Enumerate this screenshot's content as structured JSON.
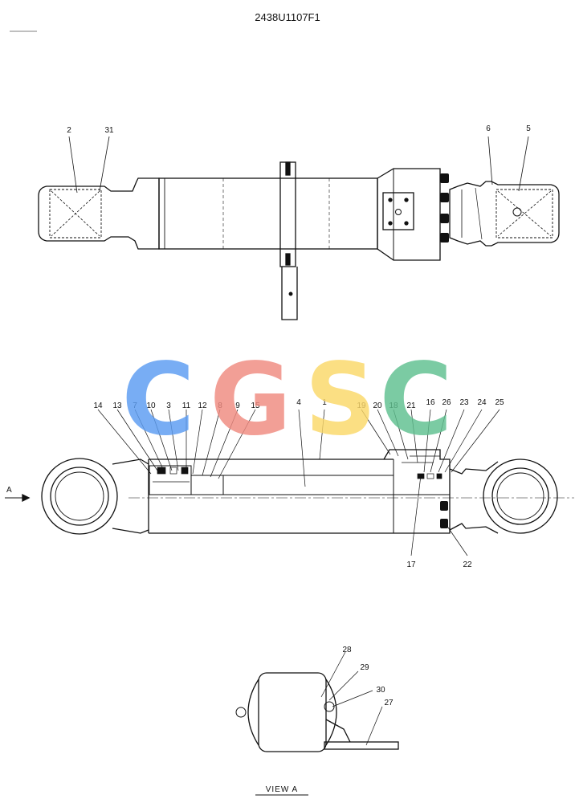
{
  "drawing": {
    "part_number": "2438U1107F1",
    "view_label": "VIEW  A",
    "view_arrow_label": "A"
  },
  "watermark": {
    "letters": [
      "C",
      "G",
      "S",
      "C"
    ],
    "colors": [
      "#5b9cf2",
      "#f08a80",
      "#fbd869",
      "#5fc08f"
    ]
  },
  "top_view": {
    "callouts": [
      {
        "id": "2"
      },
      {
        "id": "31"
      },
      {
        "id": "6"
      },
      {
        "id": "5"
      }
    ]
  },
  "section_view": {
    "callouts_top": [
      {
        "id": "14"
      },
      {
        "id": "13"
      },
      {
        "id": "7"
      },
      {
        "id": "10"
      },
      {
        "id": "3"
      },
      {
        "id": "11"
      },
      {
        "id": "12"
      },
      {
        "id": "8"
      },
      {
        "id": "9"
      },
      {
        "id": "15"
      },
      {
        "id": "4"
      },
      {
        "id": "1"
      },
      {
        "id": "19"
      },
      {
        "id": "20"
      },
      {
        "id": "18"
      },
      {
        "id": "21"
      },
      {
        "id": "16"
      },
      {
        "id": "26"
      },
      {
        "id": "23"
      },
      {
        "id": "24"
      },
      {
        "id": "25"
      }
    ],
    "callouts_bottom": [
      {
        "id": "17"
      },
      {
        "id": "22"
      }
    ]
  },
  "view_a": {
    "callouts": [
      {
        "id": "28"
      },
      {
        "id": "29"
      },
      {
        "id": "30"
      },
      {
        "id": "27"
      }
    ]
  }
}
